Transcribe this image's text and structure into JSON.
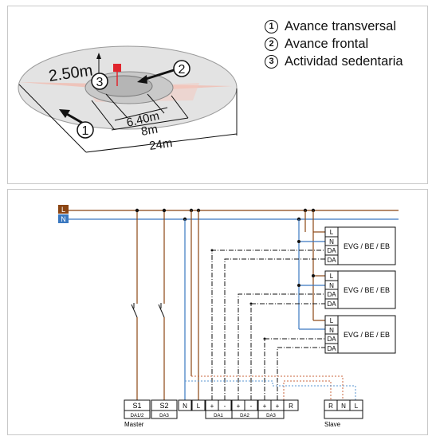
{
  "top": {
    "legend": [
      {
        "num": "1",
        "text": "Avance transversal"
      },
      {
        "num": "2",
        "text": "Avance frontal"
      },
      {
        "num": "3",
        "text": "Actividad sedentaria"
      }
    ],
    "dim_height": "2.50m",
    "dim_inner": "6.40m",
    "dim_mid": "8m",
    "dim_outer": "24m",
    "callout_1": "1",
    "callout_2": "2",
    "callout_3": "3"
  },
  "wiring": {
    "line_L": "L",
    "line_N": "N",
    "ballasts": [
      {
        "label": "EVG / BE / EB",
        "terminals": [
          "L",
          "N",
          "DA",
          "DA"
        ]
      },
      {
        "label": "EVG / BE / EB",
        "terminals": [
          "L",
          "N",
          "DA",
          "DA"
        ]
      },
      {
        "label": "EVG / BE / EB",
        "terminals": [
          "L",
          "N",
          "DA",
          "DA"
        ]
      }
    ],
    "master_terminals": [
      "S1",
      "S2",
      "N",
      "L",
      "+",
      "-",
      "+",
      "-",
      "+",
      "R"
    ],
    "master_sublabels": [
      "DA1/2",
      "DA3",
      "DA1",
      "DA2",
      "DA3"
    ],
    "master_label": "Master",
    "slave_terminals": [
      "R",
      "N",
      "L"
    ],
    "slave_label": "Slave",
    "colors": {
      "live": "#8b4513",
      "neutral": "#3a78c0",
      "bus": "#000000",
      "slave_link": "#c8643c",
      "slave_dotted": "#5a96d2"
    }
  }
}
